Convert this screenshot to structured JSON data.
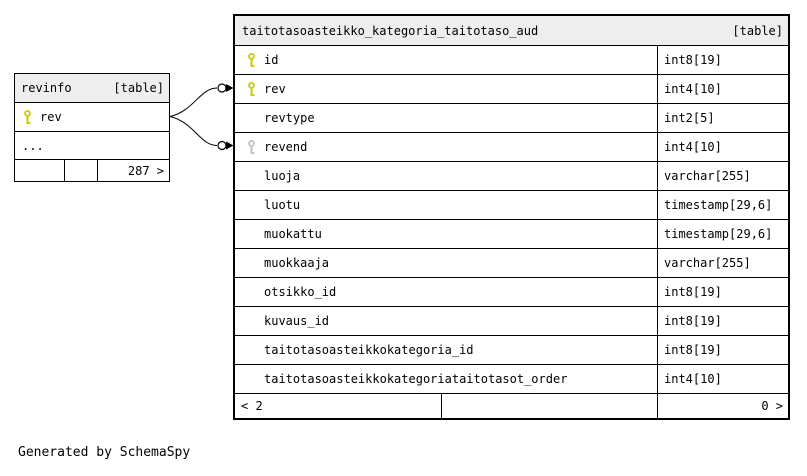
{
  "generator_note": "Generated by SchemaSpy",
  "colors": {
    "primary_key_icon": "#cbcb00",
    "implied_key_icon": "#c2c2c2",
    "header_bg": "#eeeeee",
    "border": "#000000"
  },
  "revinfo_table": {
    "title": "revinfo",
    "badge": "[table]",
    "columns": [
      {
        "name": "rev",
        "key": "primary"
      }
    ],
    "more_columns_indicator": "...",
    "footer": {
      "left": "",
      "middle": "",
      "right": "287 >"
    }
  },
  "aud_table": {
    "title": "taitotasoasteikko_kategoria_taitotaso_aud",
    "badge": "[table]",
    "columns": [
      {
        "name": "id",
        "type": "int8[19]",
        "key": "primary"
      },
      {
        "name": "rev",
        "type": "int4[10]",
        "key": "primary"
      },
      {
        "name": "revtype",
        "type": "int2[5]",
        "key": "none"
      },
      {
        "name": "revend",
        "type": "int4[10]",
        "key": "implied"
      },
      {
        "name": "luoja",
        "type": "varchar[255]",
        "key": "none"
      },
      {
        "name": "luotu",
        "type": "timestamp[29,6]",
        "key": "none"
      },
      {
        "name": "muokattu",
        "type": "timestamp[29,6]",
        "key": "none"
      },
      {
        "name": "muokkaaja",
        "type": "varchar[255]",
        "key": "none"
      },
      {
        "name": "otsikko_id",
        "type": "int8[19]",
        "key": "none"
      },
      {
        "name": "kuvaus_id",
        "type": "int8[19]",
        "key": "none"
      },
      {
        "name": "taitotasoasteikkokategoria_id",
        "type": "int8[19]",
        "key": "none"
      },
      {
        "name": "taitotasoasteikkokategoriataitotasot_order",
        "type": "int4[10]",
        "key": "none"
      }
    ],
    "footer": {
      "left": "< 2",
      "middle": "",
      "right": "0 >"
    }
  },
  "relationships": {
    "from": "revinfo.rev",
    "to": [
      "aud.rev",
      "aud.revend"
    ]
  }
}
